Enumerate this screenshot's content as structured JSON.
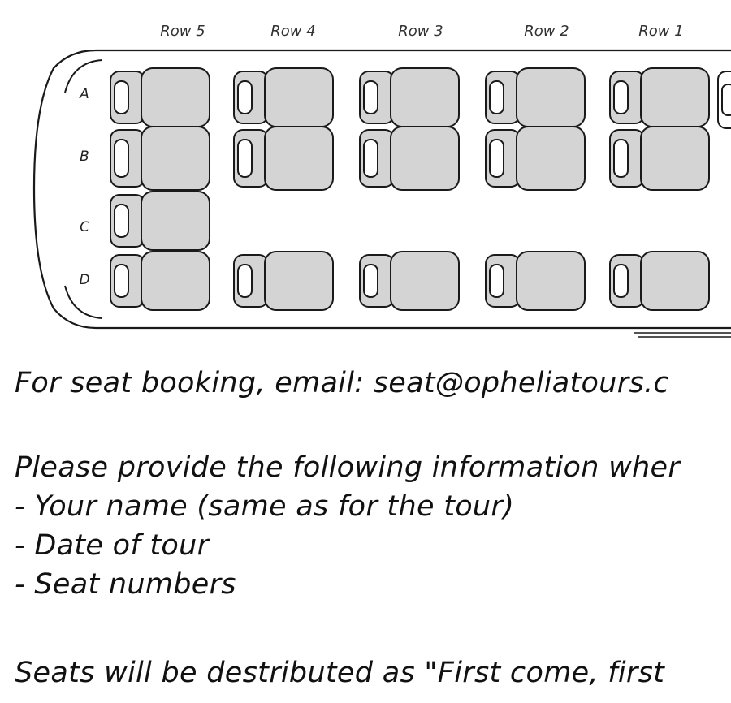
{
  "seat_map": {
    "rows": [
      "Row 5",
      "Row 4",
      "Row 3",
      "Row 2",
      "Row 1"
    ],
    "letters": [
      "A",
      "B",
      "C",
      "D"
    ],
    "colors": {
      "seat_fill": "#d4d4d4",
      "outline": "#1a1a1a"
    }
  },
  "booking": {
    "line": "For seat booking, email: seat@opheliatours.c"
  },
  "instructions": {
    "intro": "Please provide the following information wher",
    "items": [
      "- Your name (same as for the tour)",
      "- Date of tour",
      "- Seat numbers"
    ]
  },
  "distribution": {
    "line": "Seats will be destributed as \"First come, first"
  }
}
